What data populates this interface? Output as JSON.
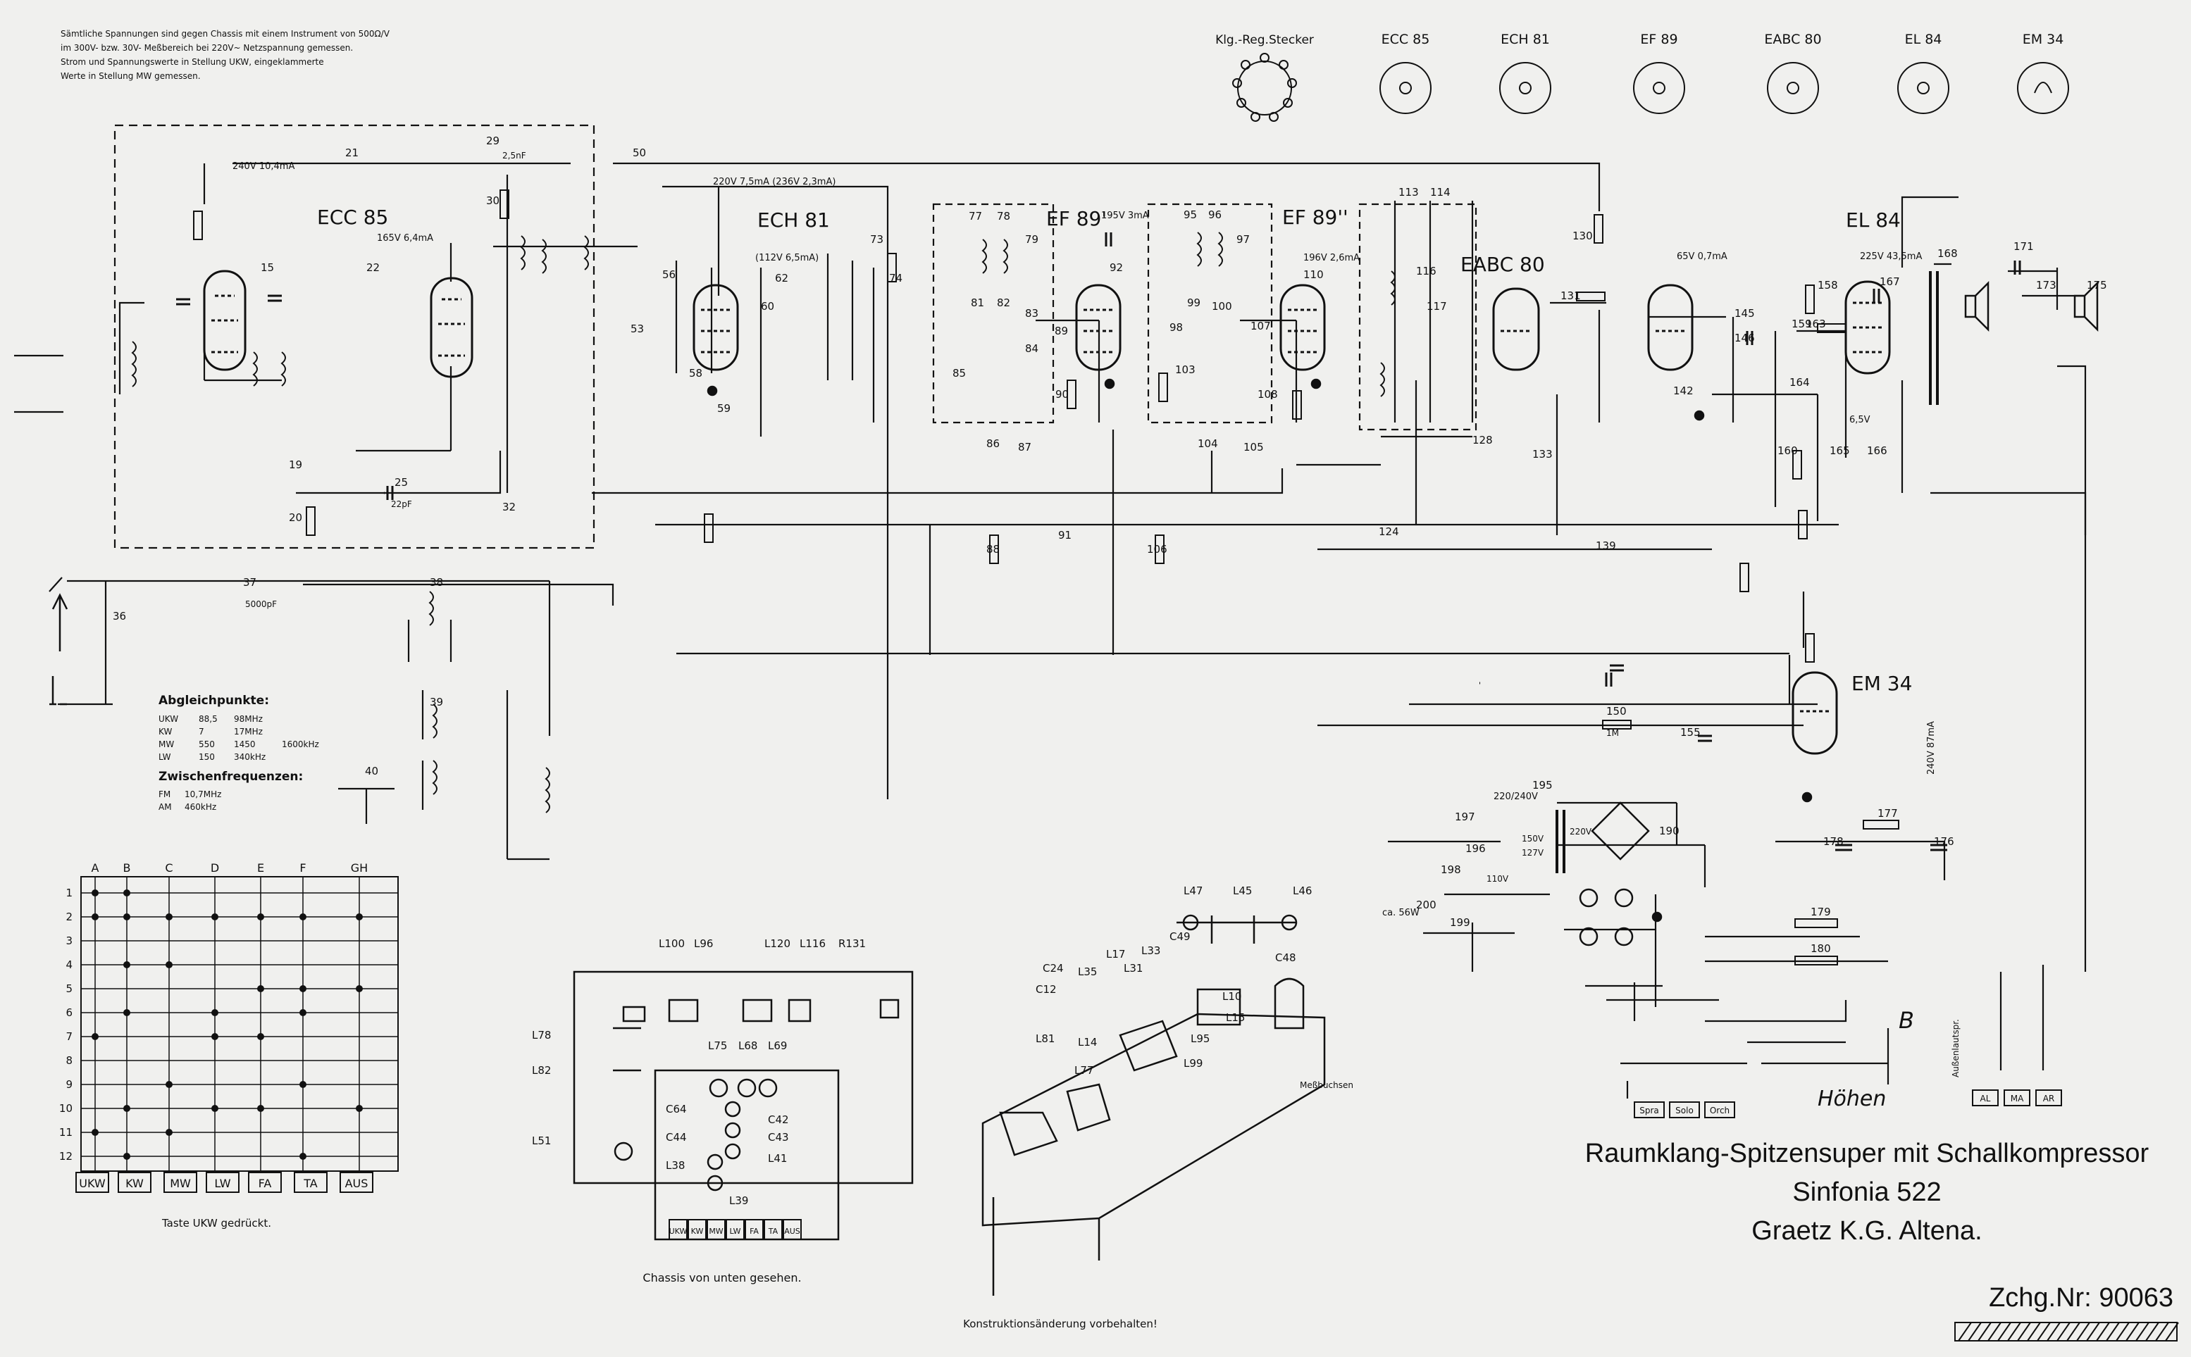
{
  "notes": {
    "lines": [
      "Sämtliche Spannungen sind gegen Chassis mit einem Instrument von 500Ω/V",
      "im 300V- bzw. 30V- Meßbereich bei 220V~ Netzspannung gemessen.",
      "Strom und Spannungswerte in Stellung UKW, eingeklammerte",
      "Werte in Stellung MW gemessen."
    ]
  },
  "tubes": {
    "ecc85": "ECC 85",
    "ech81": "ECH 81",
    "ef89a": "EF 89'",
    "ef89b": "EF 89''",
    "eabc80": "EABC 80",
    "el84": "EL 84",
    "em34": "EM 34"
  },
  "sockets": [
    {
      "label": "Klg.-Reg.Stecker"
    },
    {
      "label": "ECC 85"
    },
    {
      "label": "ECH 81"
    },
    {
      "label": "EF 89"
    },
    {
      "label": "EABC 80"
    },
    {
      "label": "EL 84"
    },
    {
      "label": "EM 34"
    }
  ],
  "voltages": {
    "v1": "240V 10,4mA",
    "v2": "165V 6,4mA",
    "v3": "220V 7,5mA (236V 2,3mA)",
    "v4": "(112V 6,5mA)",
    "v5": "195V 3mA",
    "v6": "196V 2,6mA",
    "v7": "65V 0,7mA",
    "v8": "225V 43,5mA",
    "v9": "6,5V",
    "v10": "240V 87mA",
    "v11": "220/240V",
    "v12": "ca. 56W"
  },
  "components": {
    "c21": "21",
    "c50": "50",
    "c29": "29",
    "c2_5nF": "2,5nF",
    "c30": "30",
    "c15": "15",
    "c22": "22",
    "c25": "25",
    "c22pF": "22pF",
    "c32": "32",
    "c19": "19",
    "c20": "20",
    "c53": "53",
    "c56": "56",
    "c58": "58",
    "c59": "59",
    "c60": "60",
    "c62": "62",
    "c73": "73",
    "c74": "74",
    "c77": "77",
    "c78": "78",
    "c79": "79",
    "c81": "81",
    "c82": "82",
    "c83": "83",
    "c84": "84",
    "c85": "85",
    "c86": "86",
    "c87": "87",
    "c88": "88",
    "c89": "89",
    "c90": "90",
    "c91": "91",
    "c92": "92",
    "c95": "95",
    "c96": "96",
    "c97": "97",
    "c98": "98",
    "c99": "99",
    "c100": "100",
    "c103": "103",
    "c104": "104",
    "c105": "105",
    "c106": "106",
    "c107": "107",
    "c108": "108",
    "c110": "110",
    "c113": "113",
    "c114": "114",
    "c116": "116",
    "c117": "117",
    "c124": "124",
    "c128": "128",
    "c130": "130",
    "c131": "131",
    "c133": "133",
    "c139": "139",
    "c142": "142",
    "c145": "145",
    "c146": "146",
    "c150": "150",
    "c155": "155",
    "c158": "158",
    "c159": "159",
    "c160": "160",
    "c163": "163",
    "c164": "164",
    "c165": "165",
    "c166": "166",
    "c167": "167",
    "c168": "168",
    "c171": "171",
    "c173": "173",
    "c175": "175",
    "c176": "176",
    "c177": "177",
    "c178": "178",
    "c179": "179",
    "c180": "180",
    "c190": "190",
    "c195": "195",
    "c196": "196",
    "c197": "197",
    "c198": "198",
    "c199": "199",
    "c200": "200",
    "c37": "37",
    "c38": "38",
    "c39": "39",
    "c40": "40",
    "c36": "36",
    "c110V": "110V",
    "c127V": "127V",
    "c150V": "150V",
    "c220V": "220V",
    "c5000pF": "5000pF",
    "c1M": "1M"
  },
  "alignment": {
    "title": "Abgleichpunkte:",
    "rows": [
      [
        "UKW",
        "88,5",
        "98MHz",
        ""
      ],
      [
        "KW",
        "7",
        "17MHz",
        ""
      ],
      [
        "MW",
        "550",
        "1450",
        "1600kHz"
      ],
      [
        "LW",
        "150",
        "340kHz",
        ""
      ]
    ],
    "if_title": "Zwischenfrequenzen:",
    "if_rows": [
      [
        "FM",
        "10,7MHz"
      ],
      [
        "AM",
        "460kHz"
      ]
    ]
  },
  "switch_matrix": {
    "columns": [
      "A",
      "B",
      "C",
      "D",
      "E",
      "F",
      "GH"
    ],
    "rows": [
      "1",
      "2",
      "3",
      "4",
      "5",
      "6",
      "7",
      "8",
      "9",
      "10",
      "11",
      "12"
    ],
    "buttons": [
      "UKW",
      "KW",
      "MW",
      "LW",
      "FA",
      "TA",
      "AUS"
    ],
    "caption": "Taste UKW gedrückt."
  },
  "chassis_bottom": {
    "labels": [
      "L100",
      "L96",
      "L120",
      "L116",
      "R131",
      "L78",
      "L82",
      "L51",
      "L75",
      "L68",
      "L69",
      "C64",
      "C44",
      "L38",
      "C42",
      "C43",
      "L41",
      "L39"
    ],
    "buttons": [
      "UKW",
      "KW",
      "MW",
      "LW",
      "FA",
      "TA",
      "AUS"
    ],
    "caption": "Chassis von unten gesehen."
  },
  "chassis_top": {
    "labels": [
      "L47",
      "L45",
      "L46",
      "C49",
      "C48",
      "C24",
      "L35",
      "L17",
      "L33",
      "L31",
      "C12",
      "L81",
      "L14",
      "L77",
      "L95",
      "L99",
      "L15",
      "L10"
    ],
    "jack_label": "Meßbuchsen"
  },
  "tone": {
    "buttons": [
      "Spra",
      "Solo",
      "Orch"
    ],
    "handwritten_b": "B",
    "handwritten_hoehen": "Höhen",
    "speaker_label": "Außenlautspr.",
    "switch_labels": [
      "AL",
      "MA",
      "AR"
    ]
  },
  "title": {
    "line1": "Raumklang-Spitzensuper mit Schallkompressor",
    "line2": "Sinfonia 522",
    "line3": "Graetz K.G. Altena."
  },
  "drawing_no": "Zchg.Nr: 90063",
  "footer_note": "Konstruktionsänderung vorbehalten!"
}
